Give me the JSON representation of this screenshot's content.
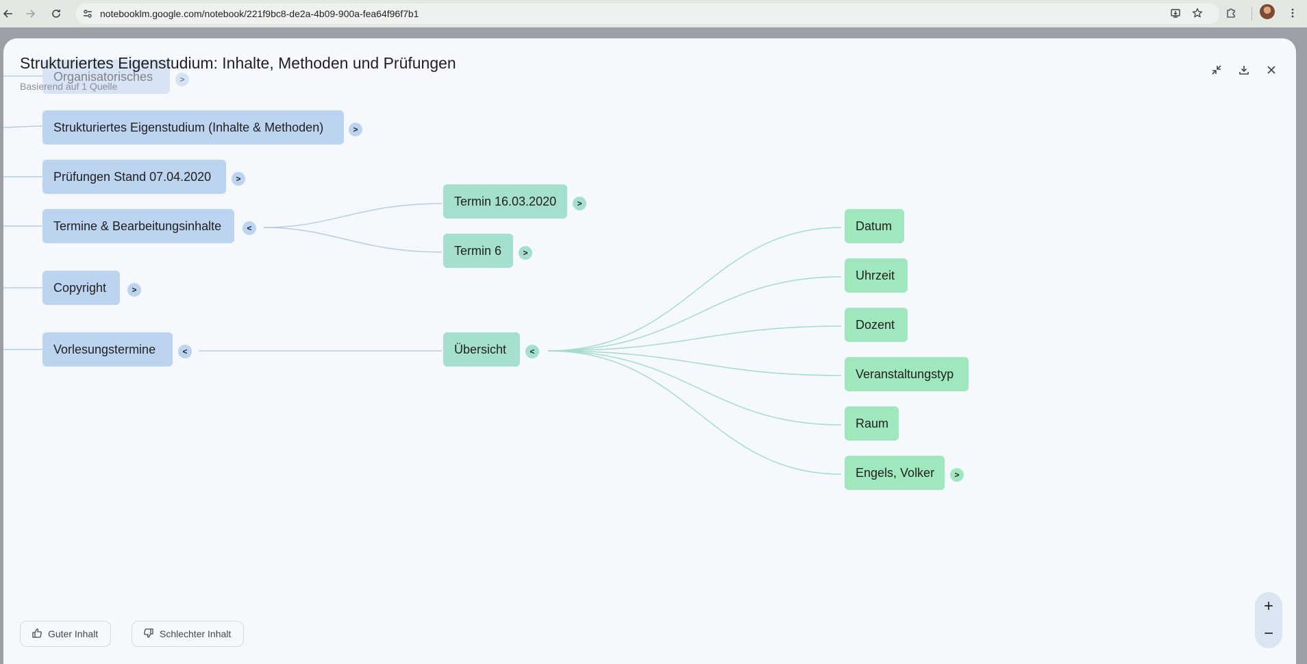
{
  "browser": {
    "url": "notebooklm.google.com/notebook/221f9bc8-de2a-4b09-900a-fea64f96f7b1"
  },
  "dialog": {
    "title": "Strukturiertes Eigenstudium: Inhalte, Methoden und Prüfungen",
    "subtitle": "Basierend auf 1 Quelle"
  },
  "mindmap": {
    "level1": [
      {
        "label": "Organisatorisches",
        "expanded": false
      },
      {
        "label": "Strukturiertes Eigenstudium (Inhalte & Methoden)",
        "expanded": false
      },
      {
        "label": "Prüfungen Stand 07.04.2020",
        "expanded": false
      },
      {
        "label": "Termine & Bearbeitungsinhalte",
        "expanded": true
      },
      {
        "label": "Copyright",
        "expanded": false
      },
      {
        "label": "Vorlesungstermine",
        "expanded": true
      }
    ],
    "level2_termine": [
      {
        "label": "Termin 16.03.2020",
        "expanded": false
      },
      {
        "label": "Termin 6",
        "expanded": false
      }
    ],
    "level2_vorlesung": [
      {
        "label": "Übersicht",
        "expanded": true
      }
    ],
    "level3_uebersicht": [
      {
        "label": "Datum"
      },
      {
        "label": "Uhrzeit"
      },
      {
        "label": "Dozent"
      },
      {
        "label": "Veranstaltungstyp"
      },
      {
        "label": "Raum"
      },
      {
        "label": "Engels, Volker",
        "expanded": false
      }
    ],
    "toggle_expand": ">",
    "toggle_collapse": "<"
  },
  "feedback": {
    "good": "Guter Inhalt",
    "bad": "Schlechter Inhalt"
  },
  "zoom": {
    "in": "+",
    "out": "−"
  },
  "colors": {
    "level1": "#bcd4ef",
    "level2": "#a5dfcd",
    "level3": "#9fe7bd",
    "link_blue": "#b7cde6",
    "link_green": "#a3dcc8"
  }
}
